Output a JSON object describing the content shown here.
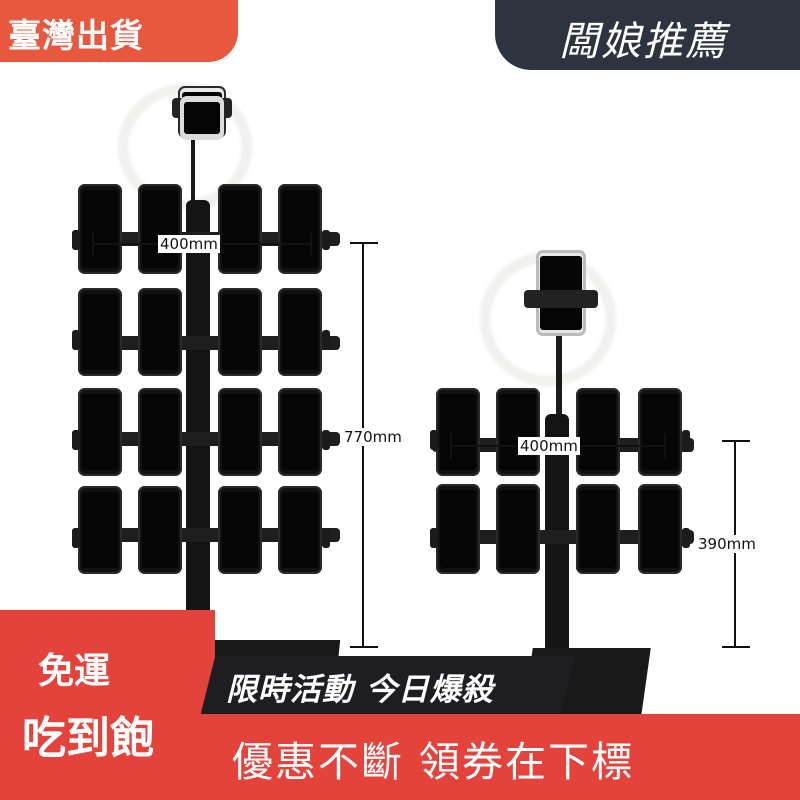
{
  "badges": {
    "top_left": "臺灣出貨",
    "top_right": "闆娘推薦"
  },
  "dimensions": {
    "left_width": "400mm",
    "left_height": "770mm",
    "right_width": "400mm",
    "right_height": "390mm"
  },
  "promo": {
    "left_line1": "免運",
    "left_line2": "吃到飽",
    "banner_dark": "限時活動 今日爆殺",
    "banner_red": "優惠不斷 領券在下標"
  }
}
